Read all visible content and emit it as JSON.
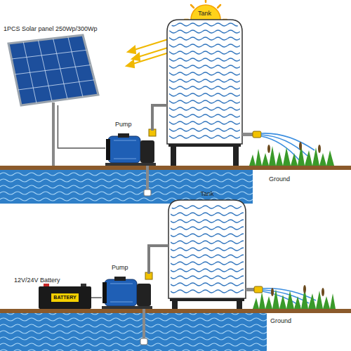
{
  "diagram": {
    "nodes": [
      {
        "text": [
          "1PCS Solar panel 250Wp/300Wp"
        ]
      },
      {
        "text": [
          "Pump"
        ]
      },
      {
        "text": [
          "Tank"
        ]
      },
      {
        "text": [
          "Tank"
        ]
      },
      {
        "text": [
          "12V/24V Battery",
          "BATTERY"
        ]
      },
      {
        "text": [
          "Pump"
        ]
      }
    ],
    "edges": [
      {
        "from": 0,
        "to": 1,
        "arrow": "none"
      },
      {
        "from": 1,
        "to": 2,
        "arrow": "none"
      },
      {
        "from": 4,
        "to": 5,
        "arrow": "none"
      },
      {
        "from": 5,
        "to": 3,
        "arrow": "none"
      }
    ],
    "labels": [
      "Ground",
      "Ground"
    ]
  }
}
